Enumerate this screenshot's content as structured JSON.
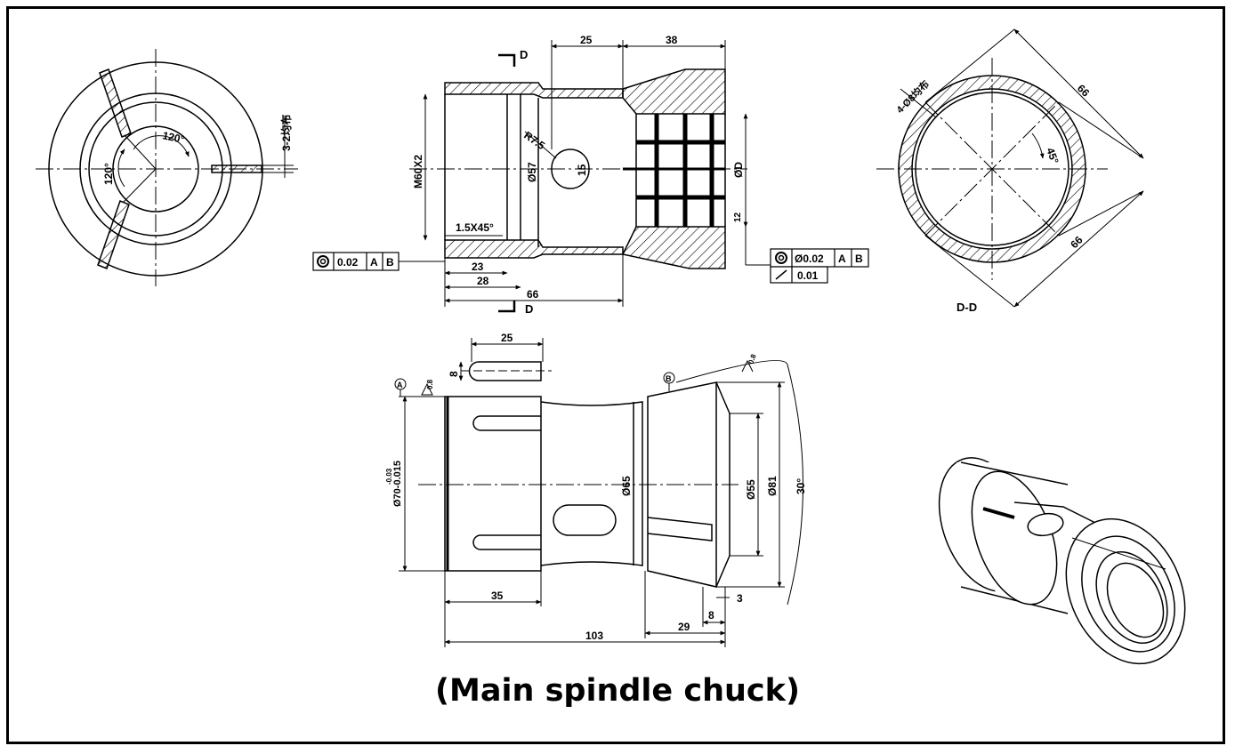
{
  "caption": "(Main spindle chuck)",
  "section_view": {
    "label": "D-D",
    "cut_mark": "D",
    "dims": {
      "pitch_66_a": "66",
      "pitch_66_b": "66",
      "hole_pattern": "4-Ø8均布",
      "angle": "45°"
    }
  },
  "end_view": {
    "dims": {
      "angle_a": "120°",
      "angle_b": "120°",
      "slot_note": "3-2均布"
    }
  },
  "front_section": {
    "dims": {
      "d25": "25",
      "d38": "38",
      "r": "R7.5",
      "slot_w": "15",
      "thread": "M60X2",
      "bore": "Ø57",
      "od": "ØD",
      "chamfer": "1.5X45°",
      "d23": "23",
      "d28": "28",
      "d66": "66",
      "d12": "12"
    },
    "fcf_left": {
      "symbol": "◎",
      "tol": "0.02",
      "datums": [
        "A",
        "B"
      ]
    },
    "fcf_right": {
      "symbol": "◎",
      "tol": "Ø0.02",
      "datums": [
        "A",
        "B"
      ],
      "runout_symbol": "↗",
      "runout_tol": "0.01"
    }
  },
  "side_view": {
    "dims": {
      "slot_len": "25",
      "slot_w": "8",
      "datum_a": "A",
      "datum_b": "B",
      "rough_a": "0.8",
      "rough_b": "0.8",
      "od70": "Ø70-0.015",
      "od70_tol": "-0.03",
      "d65": "Ø65",
      "d55": "Ø55",
      "d81": "Ø81",
      "angle30": "30°",
      "d35": "35",
      "d29": "29",
      "d8": "8",
      "d3": "3",
      "d103": "103"
    }
  }
}
